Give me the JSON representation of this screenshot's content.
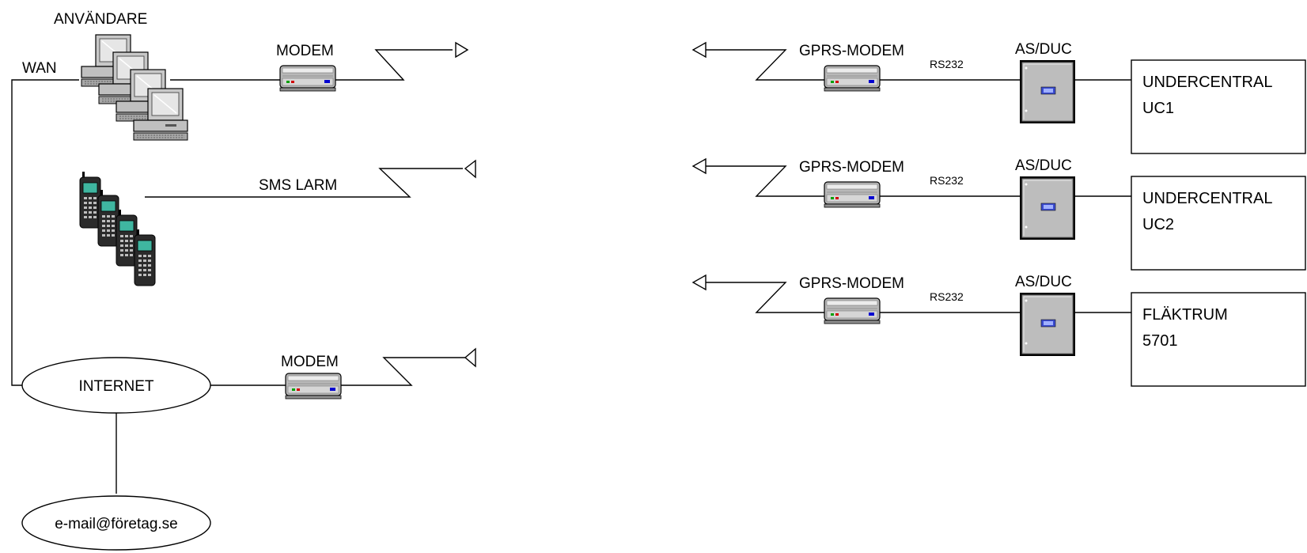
{
  "left": {
    "users_label": "ANVÄNDARE",
    "wan_label": "WAN",
    "modem_top_label": "MODEM",
    "sms_label": "SMS LARM",
    "internet_label": "INTERNET",
    "modem_bottom_label": "MODEM",
    "email_label": "e-mail@företag.se"
  },
  "stations": [
    {
      "modem_label": "GPRS-MODEM",
      "link_label": "RS232",
      "controller_label": "AS/DUC",
      "target_line1": "UNDERCENTRAL",
      "target_line2": "UC1"
    },
    {
      "modem_label": "GPRS-MODEM",
      "link_label": "RS232",
      "controller_label": "AS/DUC",
      "target_line1": "UNDERCENTRAL",
      "target_line2": "UC2"
    },
    {
      "modem_label": "GPRS-MODEM",
      "link_label": "RS232",
      "controller_label": "AS/DUC",
      "target_line1": "FLÄKTRUM",
      "target_line2": "5701"
    }
  ]
}
